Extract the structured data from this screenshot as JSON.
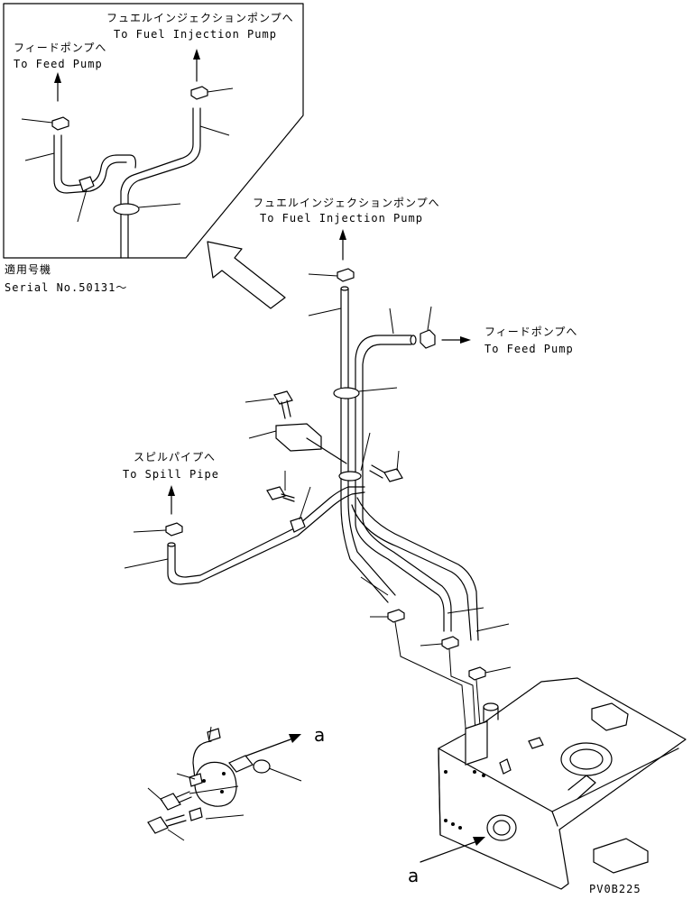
{
  "inset": {
    "label_injection_jp": "フュエルインジェクションポンプへ",
    "label_injection_en": "To Fuel Injection Pump",
    "label_feed_jp": "フィードポンプへ",
    "label_feed_en": "To Feed Pump"
  },
  "serial": {
    "applicable_jp": "適用号機",
    "serial_en": "Serial No.50131～"
  },
  "main": {
    "injection_jp": "フュエルインジェクションポンプへ",
    "injection_en": "To Fuel Injection Pump",
    "feed_jp": "フィードポンプへ",
    "feed_en": "To Feed Pump",
    "spill_jp": "スピルパイプへ",
    "spill_en": "To Spill Pipe"
  },
  "refs": {
    "a_upper": "a",
    "a_lower": "a"
  },
  "drawing_code": "PV0B225"
}
